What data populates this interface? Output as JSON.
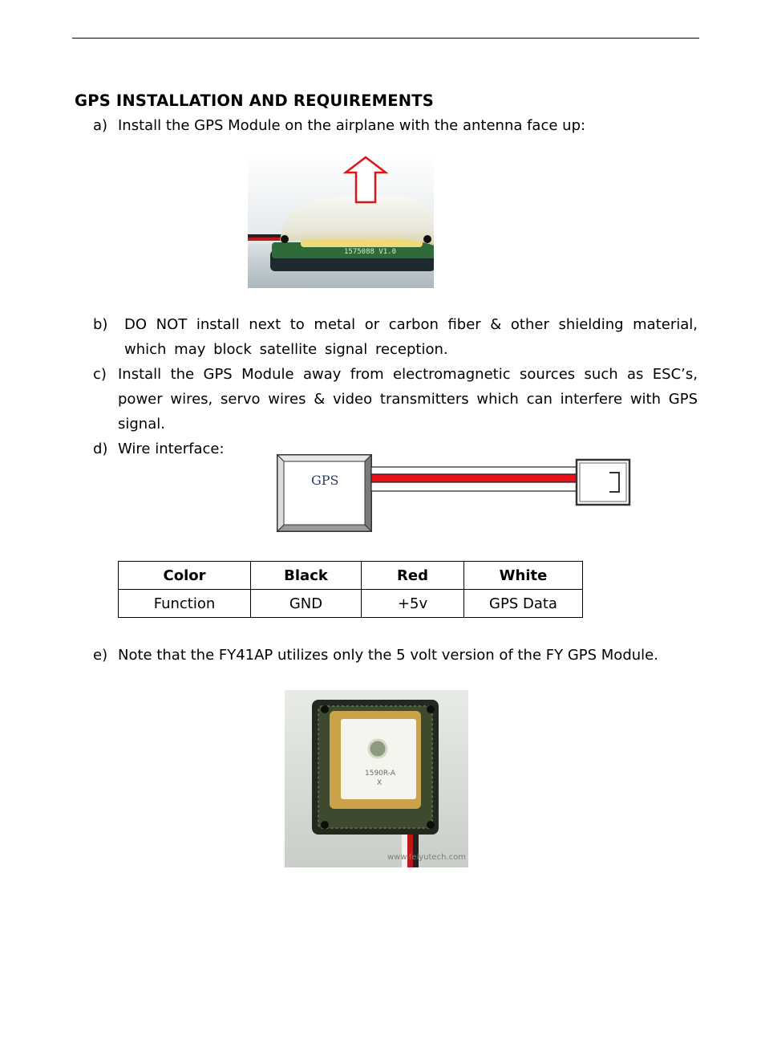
{
  "heading": "GPS INSTALLATION AND REQUIREMENTS",
  "items": [
    {
      "marker": "a)",
      "text": "Install the GPS Module on the airplane with the antenna face up:"
    },
    {
      "marker": "b)",
      "text": "DO NOT install next to metal or carbon fiber & other shielding material, which may block satellite signal reception."
    },
    {
      "marker": "c)",
      "text": "Install the GPS Module away from electromagnetic sources such as ESC’s, power wires, servo wires & video transmitters which can interfere with GPS signal."
    },
    {
      "marker": "d)",
      "text": "Wire interface:"
    },
    {
      "marker": "e)",
      "text": "Note that the FY41AP utilizes only the 5 volt version of the FY GPS Module."
    }
  ],
  "figures": {
    "module_label": "GPS",
    "board_print": "1575088 V1.0",
    "antenna_print": "1590R-A",
    "antenna_mark": "X",
    "watermark": "www.feiyutech.com"
  },
  "wire_table": {
    "header": [
      "Color",
      "Black",
      "Red",
      "White"
    ],
    "row": [
      "Function",
      "GND",
      "+5v",
      "GPS Data"
    ]
  }
}
